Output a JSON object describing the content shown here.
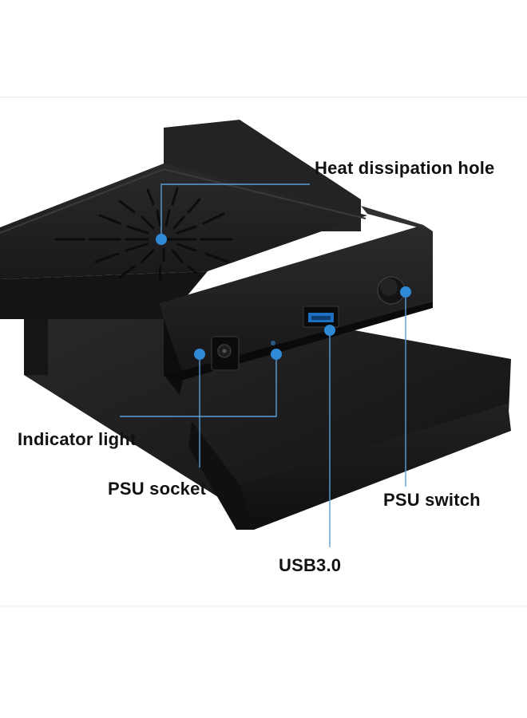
{
  "callouts": {
    "heat_dissipation_hole": "Heat dissipation hole",
    "indicator_light": "Indicator light",
    "psu_socket": "PSU socket",
    "psu_switch": "PSU switch",
    "usb": "USB3.0"
  },
  "colors": {
    "leader_line": "#5b9fd6",
    "marker": "#2f8ad6",
    "device_body": "#1b1b1d",
    "background": "#ffffff"
  },
  "icons": [
    "usb-port-icon",
    "power-switch-icon",
    "dc-socket-icon",
    "led-indicator-icon",
    "vent-hole-icon"
  ]
}
